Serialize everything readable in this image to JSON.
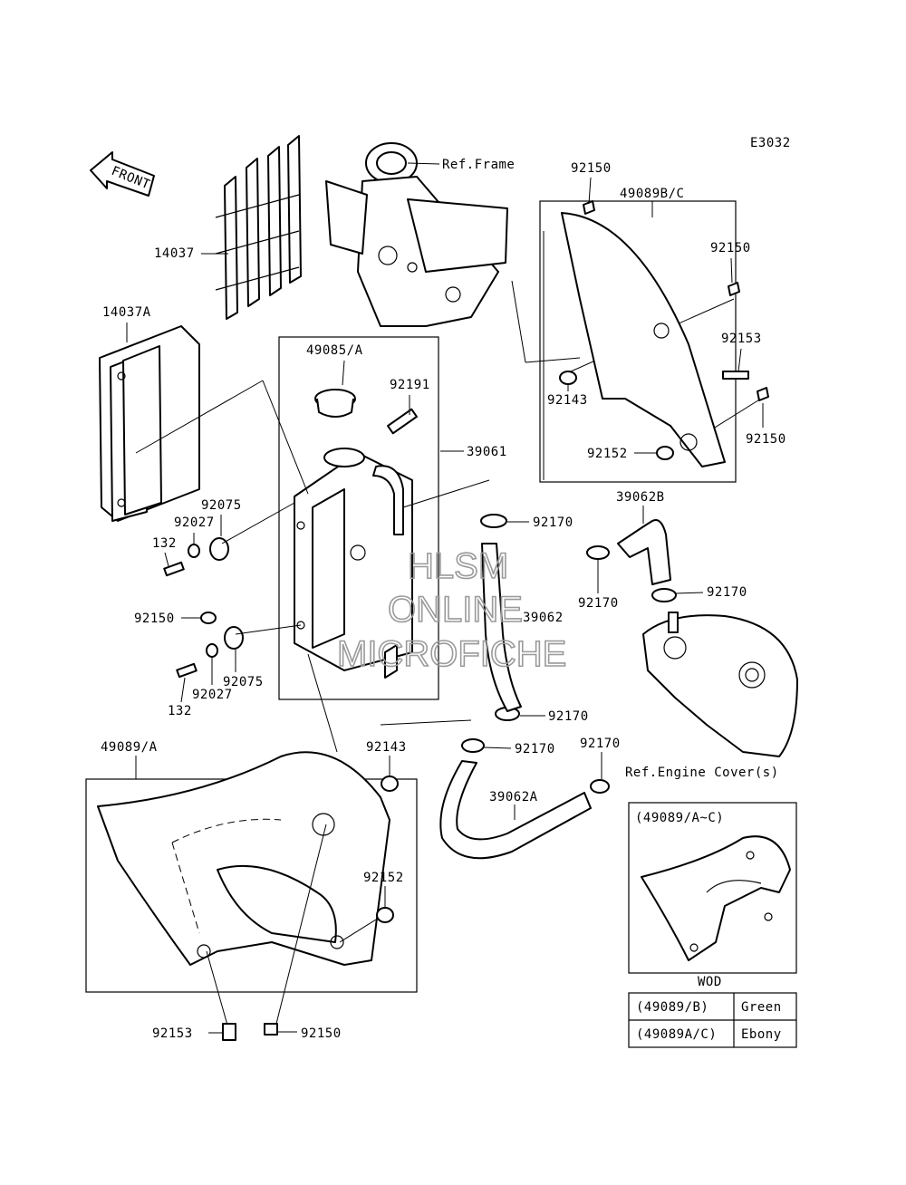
{
  "diagram_code": "E3032",
  "front_label": "FRONT",
  "watermark": [
    "HLSM",
    "ONLINE",
    "MICROFICHE"
  ],
  "refs": {
    "frame": "Ref.Frame",
    "engine_cover": "Ref.Engine Cover(s)"
  },
  "part_labels": {
    "p92150_top": "92150",
    "p49089bc": "49089B/C",
    "p92150_r1": "92150",
    "p92153_r": "92153",
    "p92143_r": "92143",
    "p92152_r": "92152",
    "p92150_r2": "92150",
    "p14037": "14037",
    "p14037a": "14037A",
    "p49085a": "49085/A",
    "p92191": "92191",
    "p39061": "39061",
    "p92075_a": "92075",
    "p92027_a": "92027",
    "p132_a": "132",
    "p92150_l": "92150",
    "p132_b": "132",
    "p92027_b": "92027",
    "p92075_b": "92075",
    "p92170_a": "92170",
    "p39062b": "39062B",
    "p92170_b": "92170",
    "p92170_c": "92170",
    "p39062": "39062",
    "p92170_d": "92170",
    "p92170_e": "92170",
    "p92170_f": "92170",
    "p39062a": "39062A",
    "p49089a": "49089/A",
    "p92143_l": "92143",
    "p92152_l": "92152",
    "p92153_l": "92153",
    "p92150_b": "92150"
  },
  "inset": {
    "title": "(49089/A~C)",
    "table_header": "WOD",
    "rows": [
      {
        "part": "(49089/B)",
        "color": "Green"
      },
      {
        "part": "(49089A/C)",
        "color": "Ebony"
      }
    ]
  }
}
